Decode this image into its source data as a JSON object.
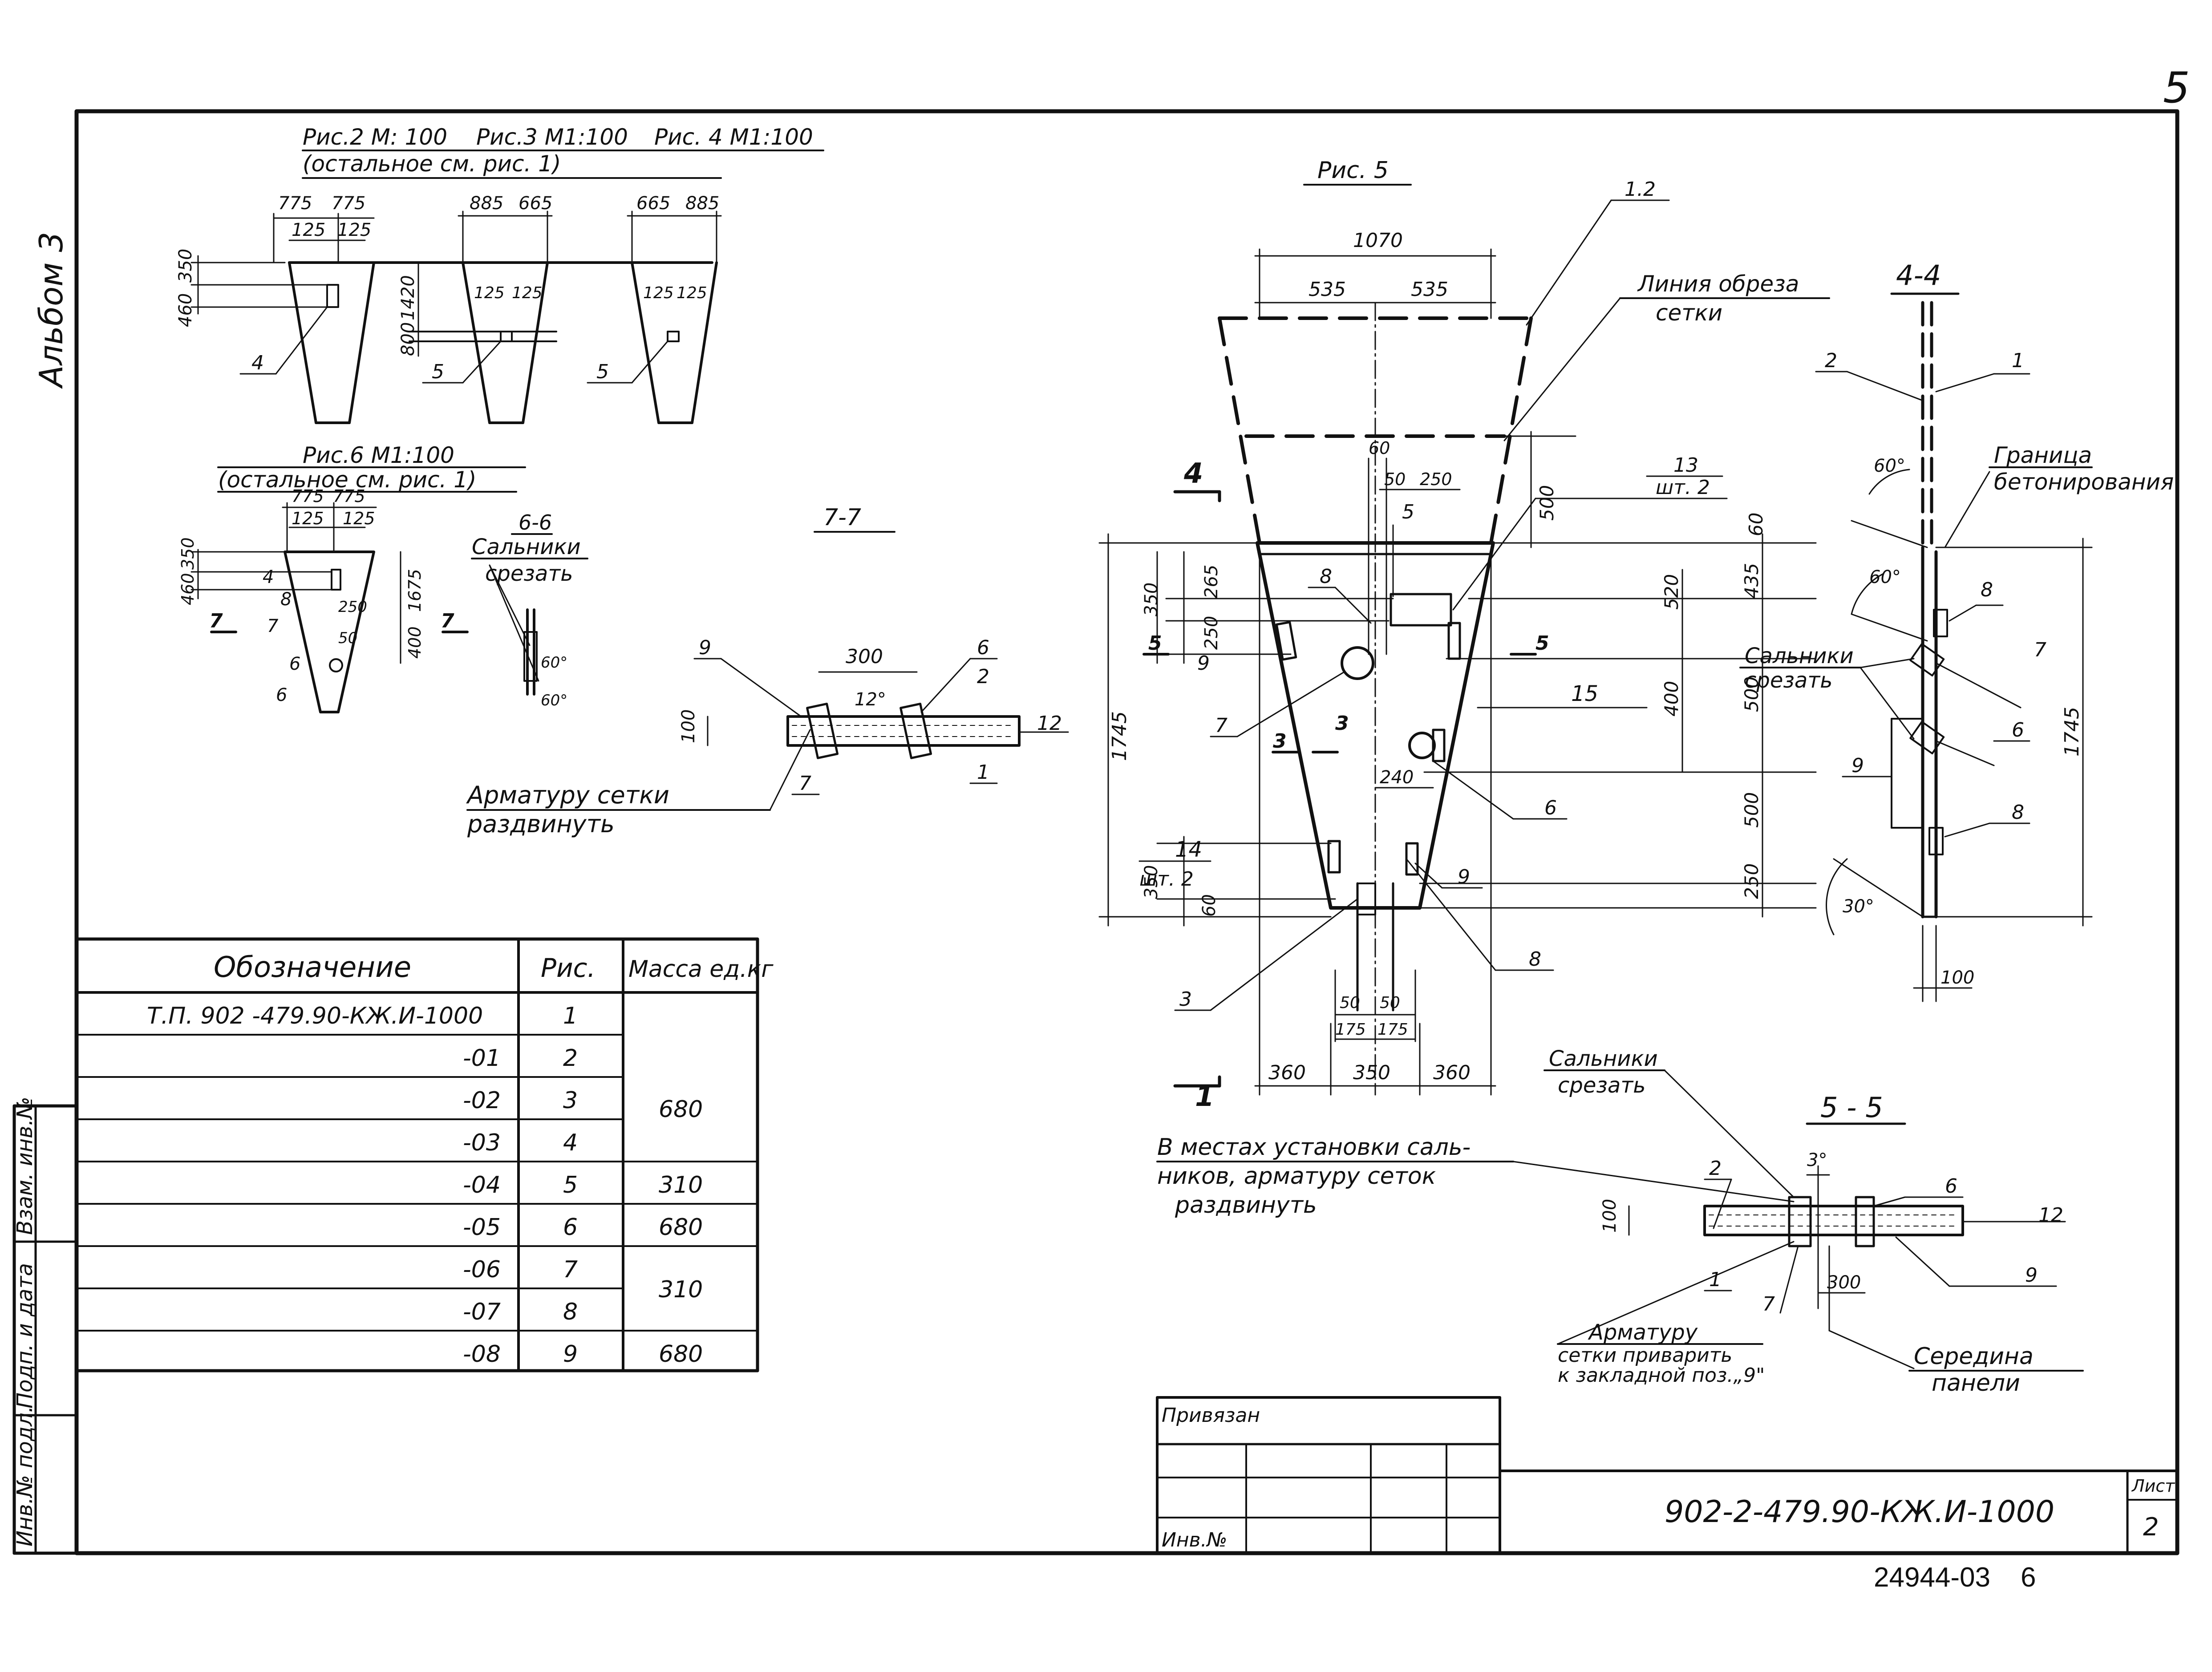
{
  "sheet": {
    "page_number": "5",
    "album_label": "Альбом 3",
    "designation": "902-2-479.90-КЖ.И-1000",
    "sheet_label": "Лист",
    "sheet_number": "2",
    "archive_number": "24944-03",
    "archive_sheet": "6"
  },
  "stamp": {
    "privyazan": "Привязан",
    "inv_no": "Инв.№"
  },
  "side_stamp": {
    "vzam_inv": "Взам. инв.№",
    "podp_data": "Подп. и дата",
    "inv_podl": "Инв.№ подл."
  },
  "fig2_4": {
    "title_1": "Рис.2 М: 100",
    "title_2": "Рис.3 М1:100",
    "title_3": "Рис. 4 М1:100",
    "note": "(остальное см.      рис. 1)",
    "fig2": {
      "top_a": "775",
      "top_b": "775",
      "mid_a": "125",
      "mid_b": "125",
      "dim_350": "350",
      "dim_460": "460",
      "pos": "4"
    },
    "fig3": {
      "top_a": "885",
      "top_b": "665",
      "mid_a": "125",
      "mid_b": "125",
      "dim_1420": "1420",
      "dim_800": "800",
      "pos": "5"
    },
    "fig4": {
      "top_a": "665",
      "top_b": "885",
      "mid_a": "125",
      "mid_b": "125",
      "pos": "5"
    }
  },
  "fig6": {
    "title": "Рис.6  М1:100",
    "note": "(остальное см. рис. 1)",
    "top_a": "775",
    "top_b": "775",
    "mid_a": "125",
    "mid_b": "125",
    "dim_350": "350",
    "dim_460": "460",
    "dim_1675": "1675",
    "dim_250": "250",
    "dim_400": "400",
    "dim_50": "50",
    "pos_4": "4",
    "pos_8": "8",
    "pos_7": "7",
    "pos_6a": "6",
    "pos_6b": "6",
    "cut_7a": "7",
    "cut_7b": "7",
    "section_label": "6-6",
    "glands_1": "Сальники",
    "glands_2": "срезать",
    "angle_a": "60°",
    "angle_b": "60°"
  },
  "sec77": {
    "title": "7-7",
    "dim_300": "300",
    "dim_100": "100",
    "angle": "12°",
    "pos_9": "9",
    "pos_6": "6",
    "pos_2": "2",
    "pos_12": "12",
    "pos_1": "1",
    "pos_7": "7",
    "note_1": "Арматуру сетки",
    "note_2": "раздвинуть"
  },
  "fig5": {
    "title": "Рис. 5",
    "dim_1070": "1070",
    "dim_535a": "535",
    "dim_535b": "535",
    "dim_60_top": "60",
    "dim_50": "50",
    "dim_250": "250",
    "dim_500": "500",
    "dim_60_r": "60",
    "dim_435": "435",
    "dim_520": "520",
    "dim_400": "400",
    "dim_500b": "500",
    "dim_500c": "500",
    "dim_250b": "250",
    "dim_1745": "1745",
    "dim_350": "350",
    "dim_265": "265",
    "dim_250l": "250",
    "dim_350b": "350",
    "dim_60b": "60",
    "dim_240": "240",
    "dim_50a": "50",
    "dim_50b": "50",
    "dim_175a": "175",
    "dim_175b": "175",
    "dim_360a": "360",
    "dim_350c": "350",
    "dim_360b": "360",
    "pos_12": "1.2",
    "cut_line_1": "Линия обреза",
    "cut_line_2": "сетки",
    "pos_13": "13",
    "pos_13_qty": "шт. 2",
    "pos_5": "5",
    "pos_8": "8",
    "pos_9": "9",
    "pos_7": "7",
    "pos_15": "15",
    "pos_6": "6",
    "pos_14": "14",
    "pos_14_qty": "шт. 2",
    "pos_9b": "9",
    "pos_3": "3",
    "pos_8b": "8",
    "cut_4": "4",
    "cut_1": "1",
    "cut_3a": "3",
    "cut_3b": "3",
    "cut_5a": "5",
    "cut_5b": "5"
  },
  "sec44": {
    "title": "4-4",
    "pos_2": "2",
    "pos_1": "1",
    "angle_60a": "60°",
    "angle_60b": "60°",
    "angle_30": "30°",
    "border_1": "Граница",
    "border_2": "бетонирования",
    "pos_8a": "8",
    "pos_7": "7",
    "pos_6": "6",
    "pos_9": "9",
    "pos_8b": "8",
    "glands_1": "Сальники",
    "glands_2": "срезать",
    "dim_1745": "1745",
    "dim_100": "100"
  },
  "sec55": {
    "title": "5 - 5",
    "glands_1": "Сальники",
    "glands_2": "срезать",
    "angle": "3°",
    "pos_2": "2",
    "pos_6": "6",
    "pos_12": "12",
    "pos_9": "9",
    "pos_1": "1",
    "pos_7": "7",
    "dim_100": "100",
    "dim_300": "300",
    "weld_1": "Арматуру",
    "weld_2": "сетки приварить",
    "weld_3": "к закладной поз.„9\"",
    "middle_1": "Середина",
    "middle_2": "панели"
  },
  "general_note": {
    "line_1": "В местах установки саль-",
    "line_2": "ников, арматуру сеток",
    "line_3": "раздвинуть"
  },
  "table": {
    "headers": [
      "Обозначение",
      "Рис.",
      "Масса ед.кг"
    ],
    "rows": [
      {
        "designation": "Т.П. 902 -479.90-КЖ.И-1000",
        "fig": "1"
      },
      {
        "designation": "-01",
        "fig": "2"
      },
      {
        "designation": "-02",
        "fig": "3"
      },
      {
        "designation": "-03",
        "fig": "4"
      },
      {
        "designation": "-04",
        "fig": "5"
      },
      {
        "designation": "-05",
        "fig": "6"
      },
      {
        "designation": "-06",
        "fig": "7"
      },
      {
        "designation": "-07",
        "fig": "8"
      },
      {
        "designation": "-08",
        "fig": "9"
      }
    ],
    "mass_groups": [
      "680",
      "310",
      "680",
      "310",
      "680"
    ]
  }
}
